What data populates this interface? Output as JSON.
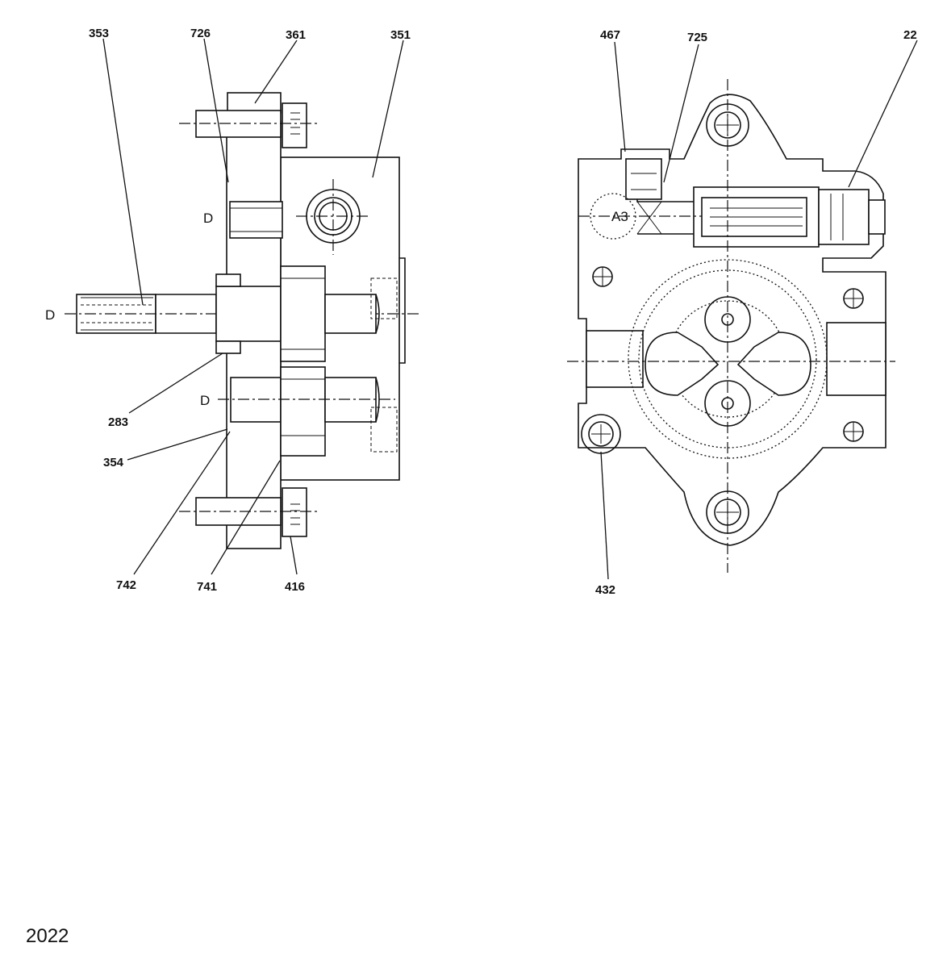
{
  "figure": {
    "number": "2022",
    "left_view": {
      "callouts": [
        "353",
        "726",
        "361",
        "351",
        "283",
        "354",
        "742",
        "741",
        "416"
      ],
      "section_marks": [
        "D",
        "D",
        "D"
      ]
    },
    "right_view": {
      "callouts": [
        "467",
        "725",
        "22",
        "432"
      ],
      "port_mark": "A3"
    }
  }
}
